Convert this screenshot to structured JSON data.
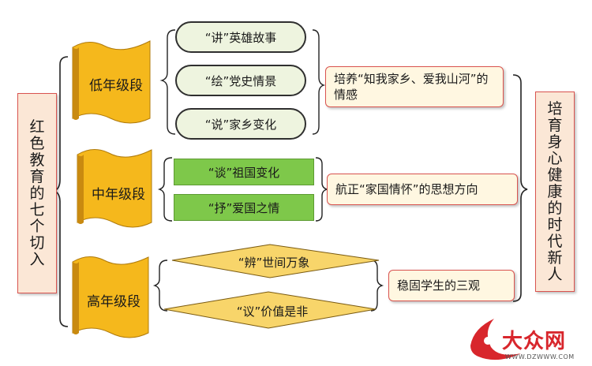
{
  "left_title": "红色教育的七个切入",
  "right_title": "培育身心健康的时代新人",
  "levels": [
    {
      "label": "低年级段",
      "items": [
        "“讲”英雄故事",
        "“绘”党史情景",
        "“说”家乡变化"
      ],
      "outcome": "培养“知我家乡、爱我山河”的情感"
    },
    {
      "label": "中年级段",
      "items": [
        "“谈”祖国变化",
        "“抒”爱国之情"
      ],
      "outcome": "航正“家国情怀”的思想方向"
    },
    {
      "label": "高年级段",
      "items": [
        "“辨”世间万象",
        "“议”价值是非"
      ],
      "outcome": "稳固学生的三观"
    }
  ],
  "watermark": {
    "logo_text": "大众网",
    "url": "WWW.DZWWW.COM"
  },
  "colors": {
    "scroll_fill": "#f5b81c",
    "pill_fill": "#eef4df",
    "green_fill": "#7ec84a",
    "diamond_fill": "#f8d56a",
    "outcome_fill": "#fff7e1",
    "side_fill": "#fbe7d6",
    "accent_red": "#d9534f"
  }
}
